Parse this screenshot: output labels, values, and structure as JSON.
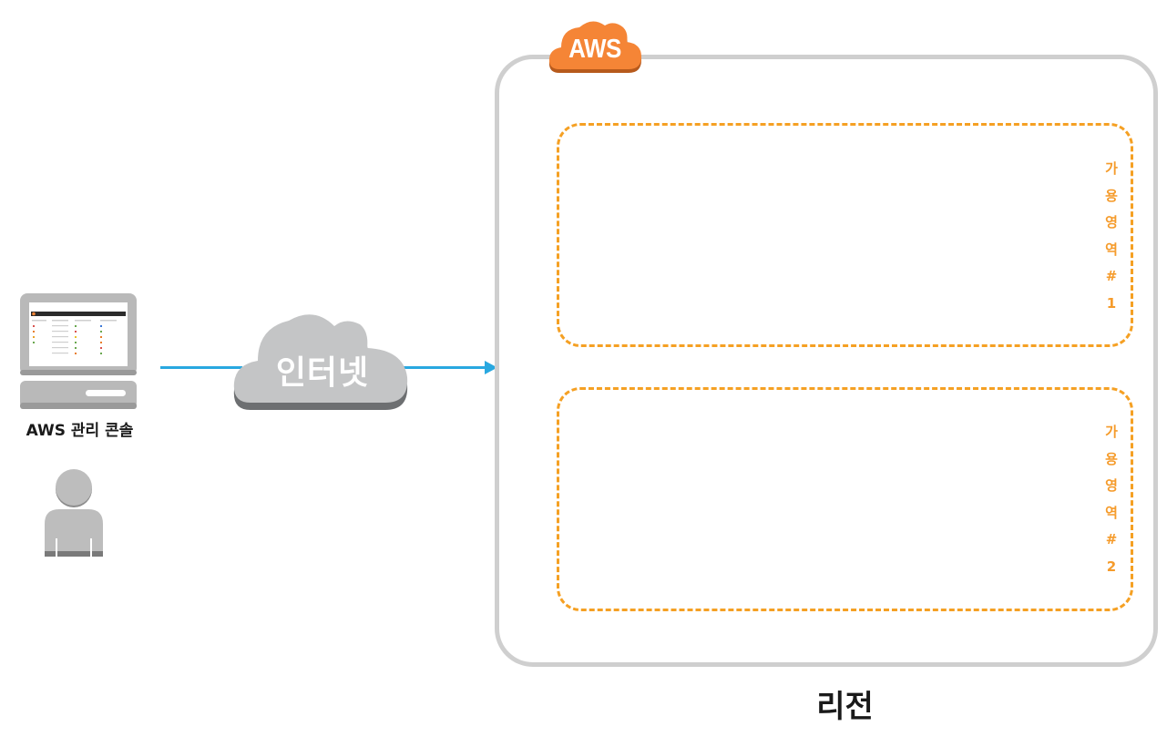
{
  "diagram": {
    "client": {
      "label": "AWS 관리 콘솔",
      "icon": "computer-console-icon",
      "user_icon": "user-icon"
    },
    "internet": {
      "label": "인터넷",
      "icon": "cloud-icon"
    },
    "cloud_provider": {
      "badge": "AWS",
      "badge_color": "#f58536"
    },
    "region": {
      "label": "리전",
      "border_color": "#cfcfcf",
      "availability_zones": [
        {
          "label_chars": [
            "가",
            "용",
            "영",
            "역",
            "#",
            "1"
          ]
        },
        {
          "label_chars": [
            "가",
            "용",
            "영",
            "역",
            "#",
            "2"
          ]
        }
      ],
      "az_border_color": "#f5a023"
    },
    "connection_color": "#29a8e0"
  }
}
